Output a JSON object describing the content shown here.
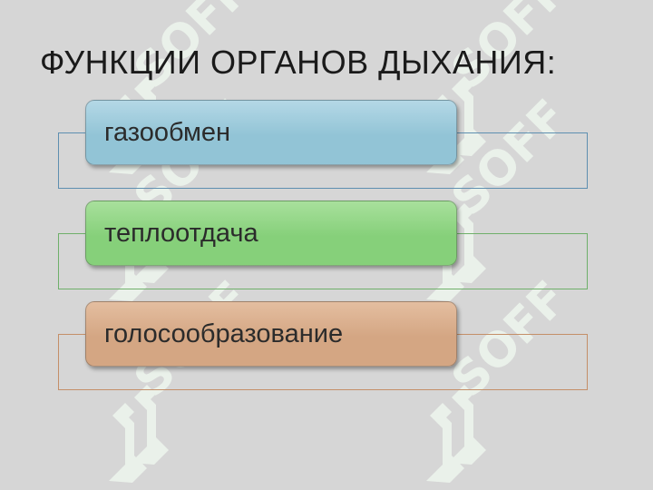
{
  "title": "ФУНКЦИИ ОРГАНОВ ДЫХАНИЯ:",
  "items": [
    {
      "label": "газообмен",
      "color": "#92c4d6",
      "color_light": "#b4d8e6",
      "border_color": "#5e8fb0"
    },
    {
      "label": "теплоотдача",
      "color": "#86d07a",
      "color_light": "#a8e09c",
      "border_color": "#6fb06a"
    },
    {
      "label": "голосообразование",
      "color": "#d4a683",
      "color_light": "#e4bea0",
      "border_color": "#c48f68"
    }
  ],
  "watermark": {
    "text": "SOFF",
    "color": "#eef6ee"
  }
}
